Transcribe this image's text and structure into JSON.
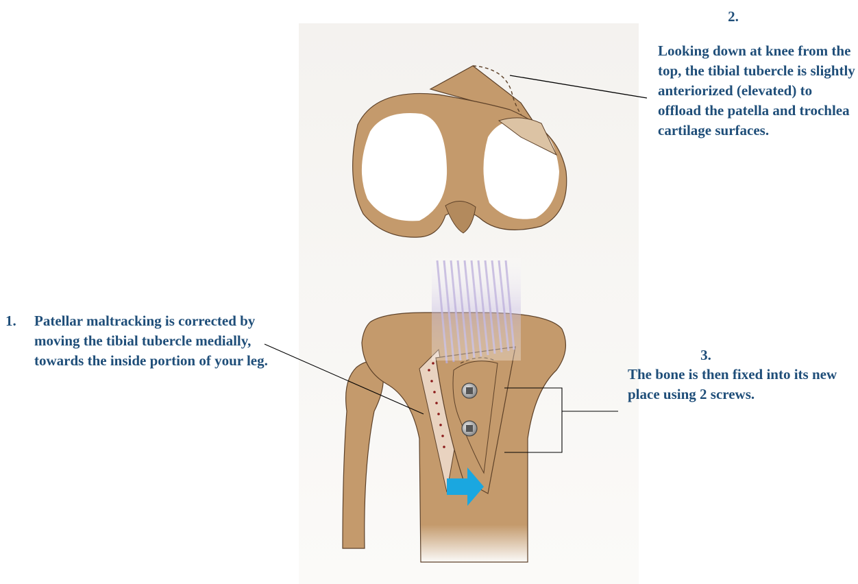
{
  "captions": {
    "step2": {
      "number": "2.",
      "text": "Looking down at knee from the top, the tibial tubercle is slightly anteriorized (elevated) to offload the patella and trochlea cartilage surfaces."
    },
    "step1": {
      "number": "1.",
      "text": "Patellar maltracking is corrected by moving the tibial tubercle medially, towards the inside portion of your leg."
    },
    "step3": {
      "number": "3.",
      "text": "The bone is then fixed into its new place using 2 screws."
    }
  },
  "colors": {
    "bone": "#c49a6c",
    "bone_dark": "#8a6440",
    "cartilage": "#ffffff",
    "tendon": "#c7bde0",
    "arrow": "#1aa7e0",
    "caption": "#1f4e79"
  },
  "icons": {
    "screw_top": "screw-icon",
    "screw_bottom": "screw-icon",
    "move_arrow": "arrow-right-icon"
  }
}
